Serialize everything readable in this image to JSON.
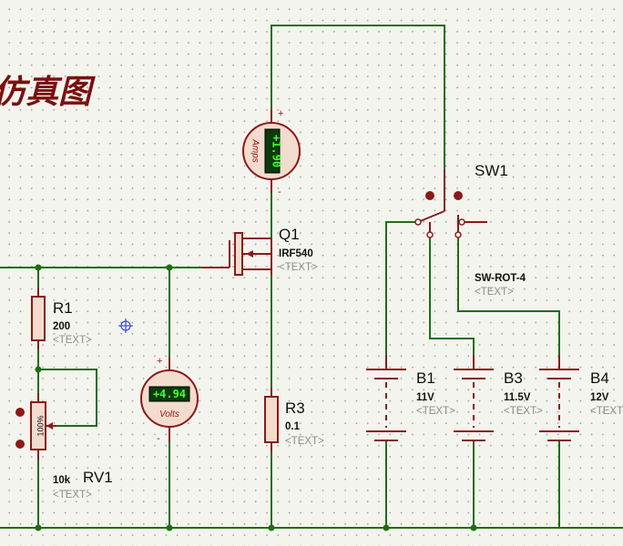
{
  "title": "仿真图",
  "components": {
    "q1": {
      "name": "Q1",
      "value": "IRF540",
      "text": "<TEXT>"
    },
    "r1": {
      "name": "R1",
      "value": "200",
      "text": "<TEXT>"
    },
    "r3": {
      "name": "R3",
      "value": "0.1",
      "text": "<TEXT>"
    },
    "rv1": {
      "name": "RV1",
      "value": "10k",
      "text": "<TEXT>",
      "setting": "100%"
    },
    "sw1": {
      "name": "SW1",
      "value": "SW-ROT-4",
      "text": "<TEXT>"
    },
    "b1": {
      "name": "B1",
      "value": "11V",
      "text": "<TEXT>"
    },
    "b3": {
      "name": "B3",
      "value": "11.5V",
      "text": "<TEXT>"
    },
    "b4": {
      "name": "B4",
      "value": "12V",
      "text": "<TEXT>"
    }
  },
  "ammeter": {
    "reading": "+1.90",
    "unit": "Amps",
    "plus": "+",
    "minus": "-"
  },
  "voltmeter": {
    "reading": "+4.94",
    "unit": "Volts",
    "plus": "+",
    "minus": "-"
  },
  "colors": {
    "wire": "#1f6e12",
    "component": "#8b1a1a",
    "component_fill": "#f2dccd",
    "lcd_text": "#41ff2e",
    "title": "#7a1010"
  }
}
